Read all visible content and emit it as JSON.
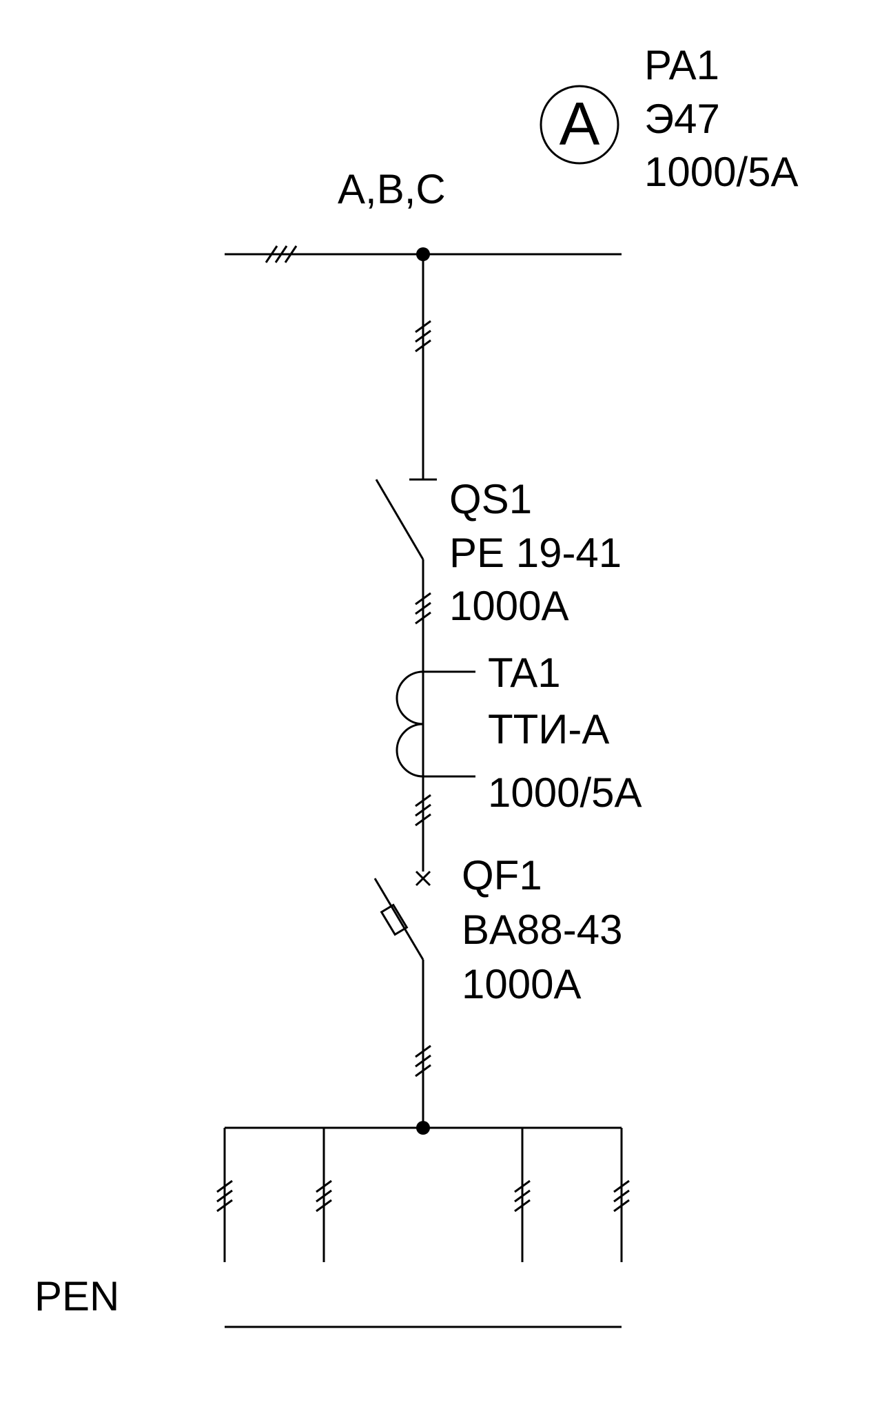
{
  "ammeter": {
    "symbol": "A",
    "designation": "PA1",
    "model": "Э47",
    "ratio": "1000/5A"
  },
  "input_bus": {
    "phases": "A,B,C"
  },
  "disconnector": {
    "designation": "QS1",
    "model": "PE 19-41",
    "rating": "1000A"
  },
  "current_transformer": {
    "designation": "TA1",
    "model": "ТТИ-А",
    "ratio": "1000/5A"
  },
  "circuit_breaker": {
    "designation": "QF1",
    "model": "BA88-43",
    "rating": "1000A"
  },
  "output": {
    "pen_label": "PEN"
  }
}
